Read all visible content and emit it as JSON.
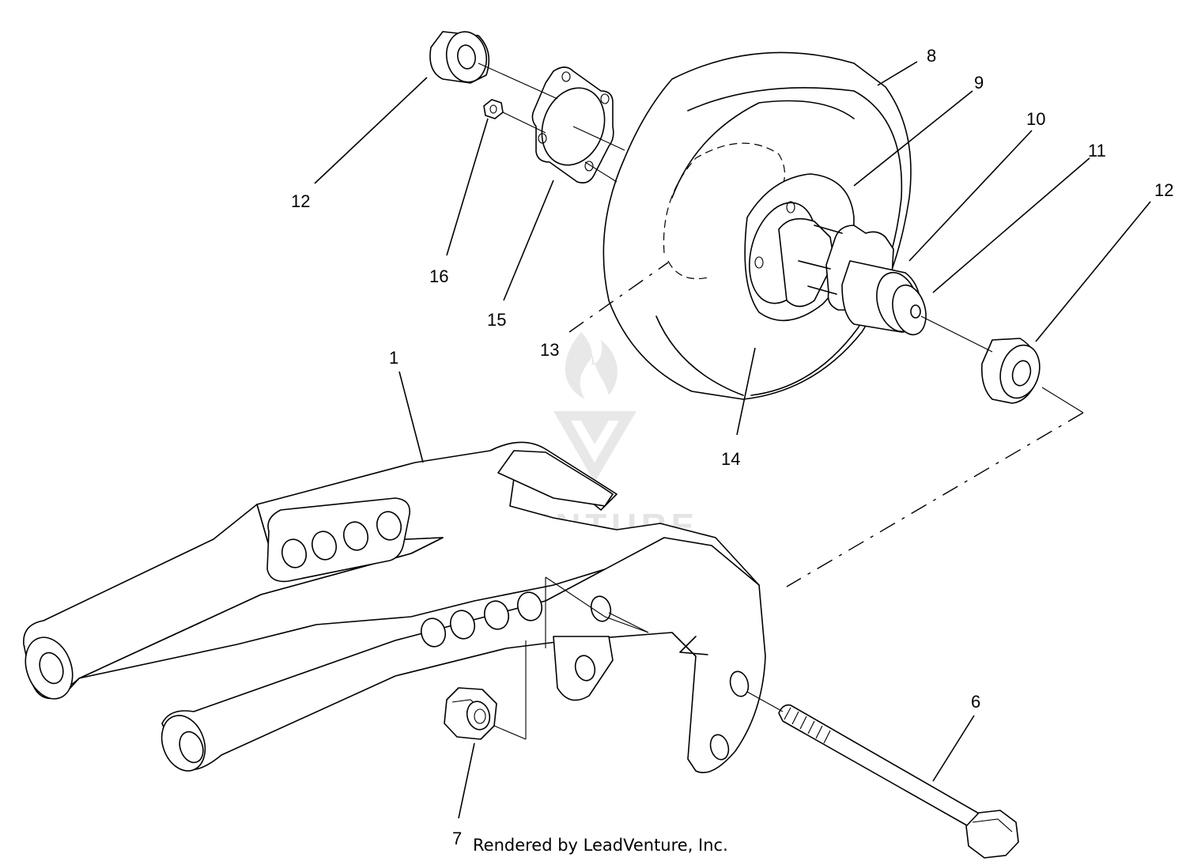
{
  "diagram": {
    "callouts": [
      "1",
      "6",
      "7",
      "8",
      "9",
      "10",
      "11",
      "12",
      "12",
      "13",
      "14",
      "15",
      "16"
    ],
    "credit": "Rendered by LeadVenture, Inc.",
    "watermark": "LEADVENTURE"
  },
  "colors": {
    "line": "#000000",
    "background": "#ffffff",
    "watermark": "#cfcfcf"
  },
  "icons": {
    "watermark_logo": "leadventure-flame-logo"
  }
}
